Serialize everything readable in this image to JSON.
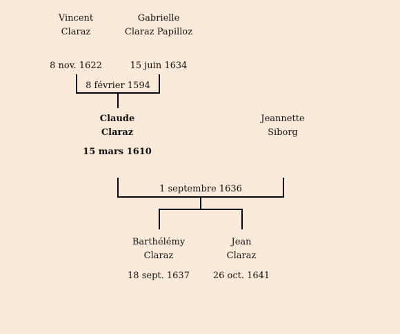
{
  "parents": {
    "father": {
      "first": "Vincent",
      "last": "Claraz",
      "date": "8 nov. 1622"
    },
    "mother": {
      "first": "Gabrielle",
      "last": "Claraz Papilloz",
      "date": "15 juin 1634"
    },
    "marriage_date": "8 février 1594"
  },
  "subject": {
    "first": "Claude",
    "last": "Claraz",
    "date": "15 mars 1610"
  },
  "spouse": {
    "first": "Jeannette",
    "last": "Siborg"
  },
  "marriage_date": "1 septembre 1636",
  "children": [
    {
      "first": "Barthélémy",
      "last": "Claraz",
      "date": "18 sept. 1637"
    },
    {
      "first": "Jean",
      "last": "Claraz",
      "date": "26 oct. 1641"
    }
  ]
}
